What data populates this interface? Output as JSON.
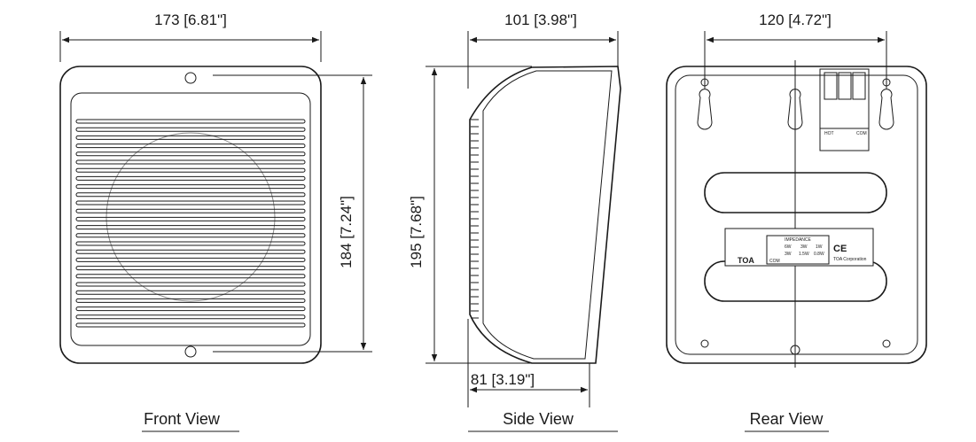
{
  "front": {
    "label": "Front View",
    "width_dim": "173 [6.81\"]",
    "height_dim": "184 [7.24\"]"
  },
  "side": {
    "label": "Side View",
    "depth_dim": "101 [3.98\"]",
    "height_dim": "195 [7.68\"]",
    "bottom_depth_dim": "81 [3.19\"]"
  },
  "rear": {
    "label": "Rear View",
    "hole_spacing_dim": "120 [4.72\"]",
    "terminal": {
      "hot": "HOT",
      "com": "COM"
    },
    "nameplate": {
      "impedance": "IMPEDANCE",
      "row1": [
        "6W",
        "3W",
        "1W"
      ],
      "row2": [
        "3W",
        "1.5W",
        "0.8W"
      ],
      "com": "COM",
      "brand": "TOA",
      "maker": "TOA Corporation",
      "mark": "CE"
    }
  }
}
